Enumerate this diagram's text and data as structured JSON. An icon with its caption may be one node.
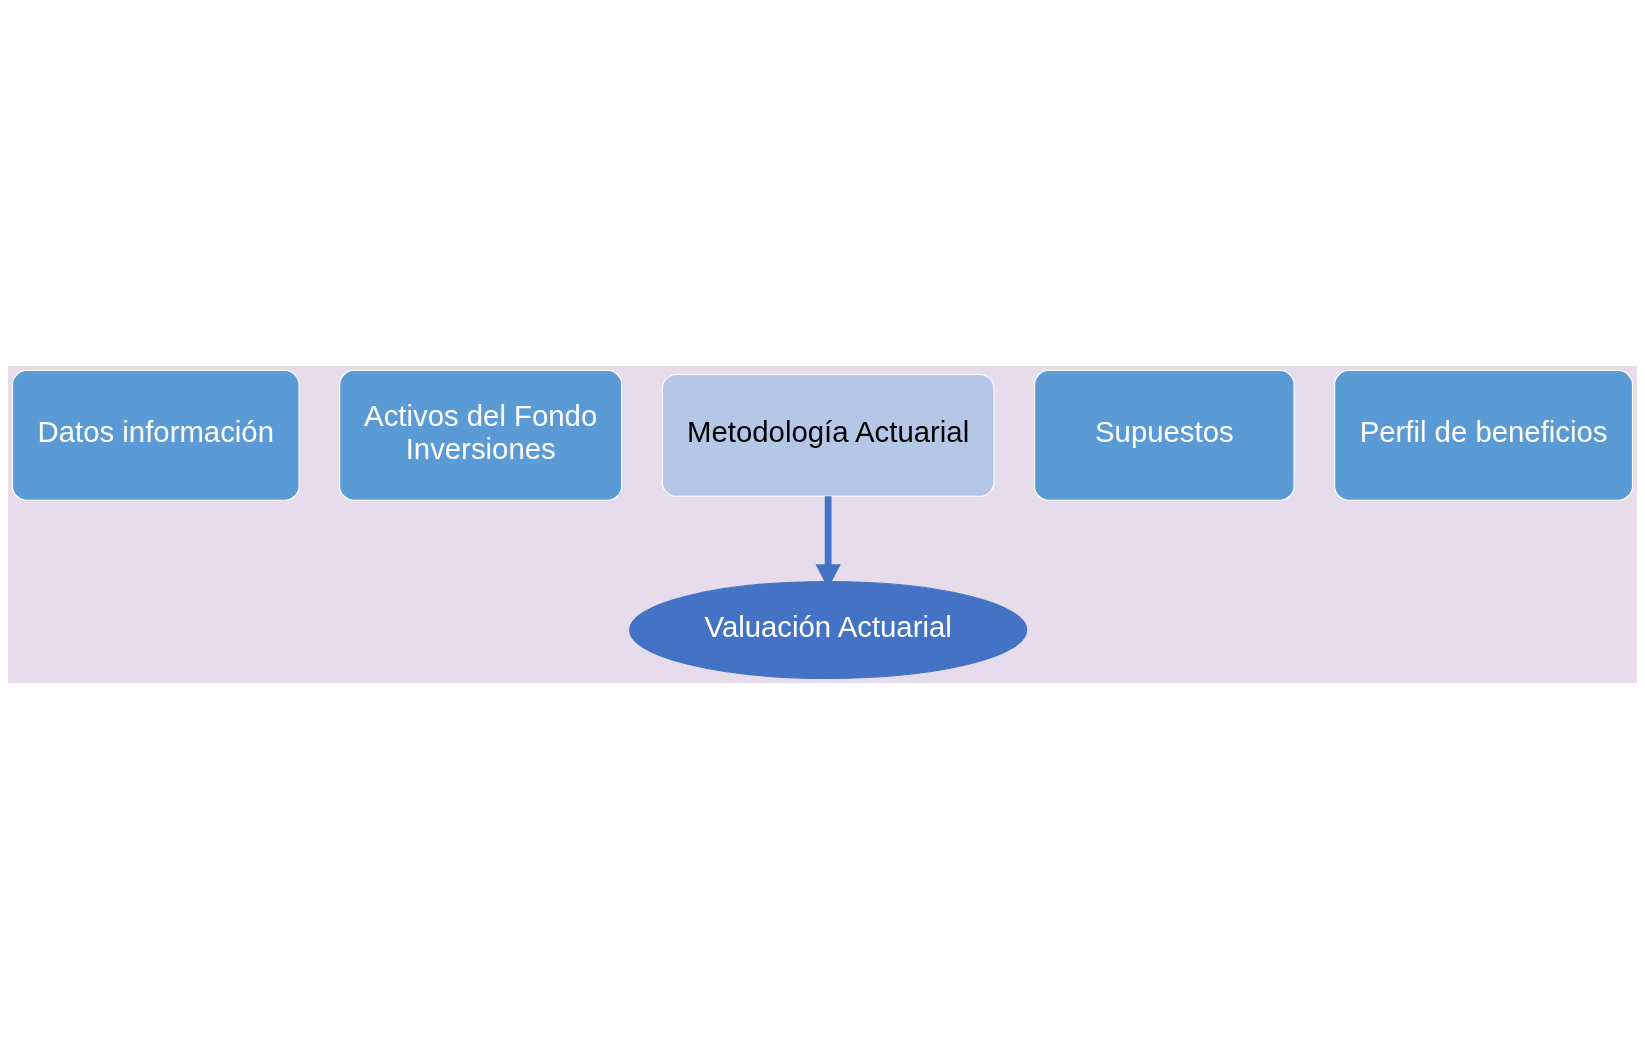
{
  "diagram": {
    "nodes": [
      {
        "text": [
          "Datos información"
        ]
      },
      {
        "text": [
          "Supuestos"
        ]
      },
      {
        "text": [
          "Metodología Actuarial"
        ]
      },
      {
        "text": [
          "Activos del Fondo",
          "Inversiones"
        ]
      },
      {
        "text": [
          "Perfil de beneficios"
        ]
      },
      {
        "text": [
          "Valuación Actuarial"
        ]
      }
    ],
    "edges": [
      {
        "from": 2,
        "to": 5,
        "arrow": "to"
      }
    ]
  }
}
